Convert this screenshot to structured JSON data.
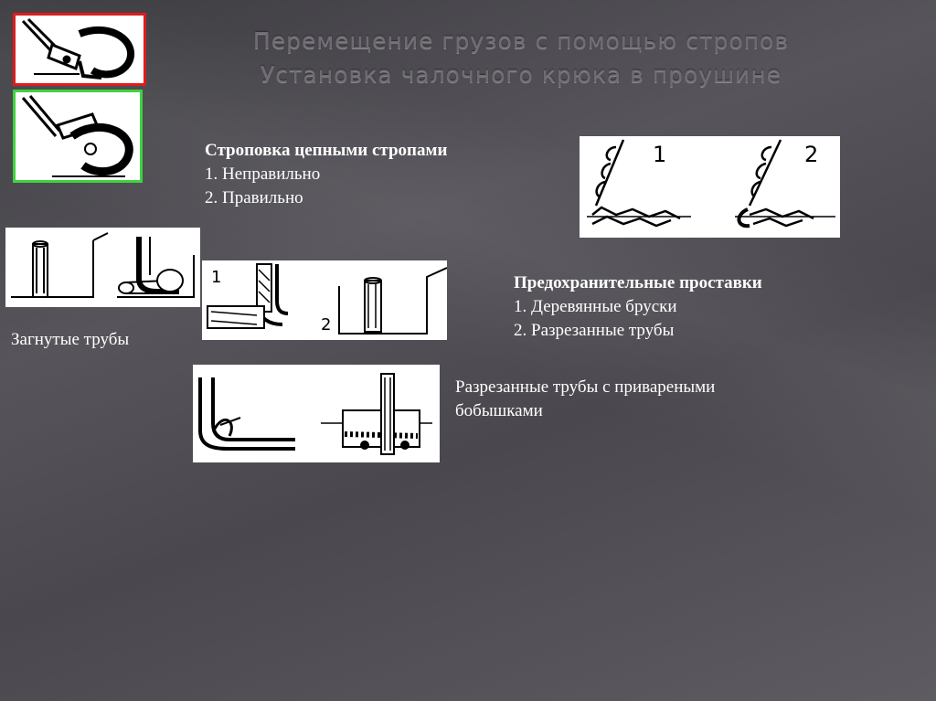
{
  "title": {
    "line1": "Перемещение грузов с помощью стропов",
    "line2": "Установка чалочного крюка в проушине"
  },
  "chain_block": {
    "heading": "Строповка цепными стропами",
    "item1": "1. Неправильно",
    "item2": "2. Правильно"
  },
  "chain_figure": {
    "label1": "1",
    "label2": "2"
  },
  "spacer_block": {
    "heading": "Предохранительные проставки",
    "item1": "1. Деревянные бруски",
    "item2": "2. Разрезанные трубы"
  },
  "spacer_figure": {
    "label1": "1",
    "label2": "2"
  },
  "bent_pipes_caption": "Загнутые трубы",
  "welded_caption": {
    "line1": "Разрезанные трубы с привареными",
    "line2": "бобышками"
  },
  "colors": {
    "wrong_frame": "#e11b1b",
    "right_frame": "#3fd33f",
    "text": "#ffffff"
  }
}
